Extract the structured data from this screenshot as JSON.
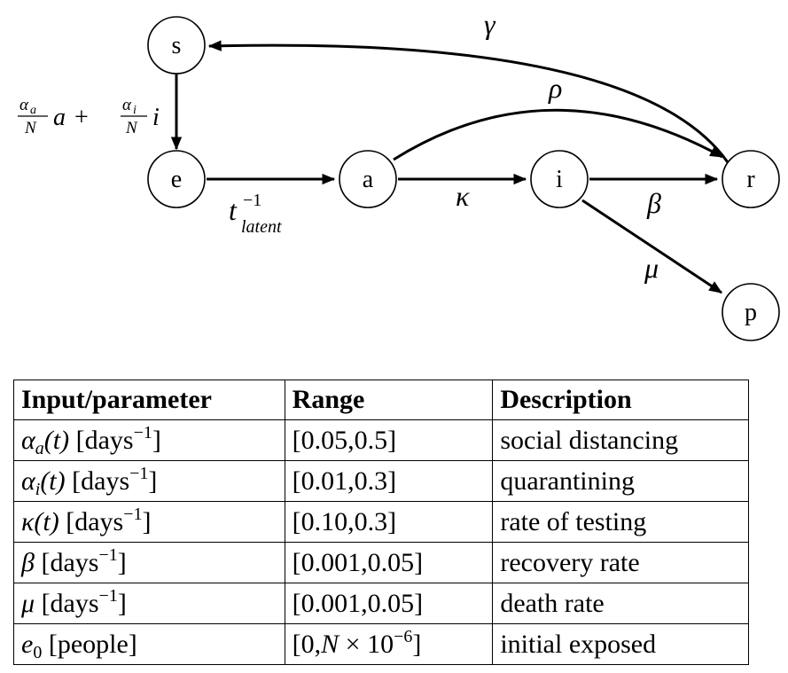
{
  "diagram": {
    "nodes": [
      {
        "id": "s",
        "label": "s"
      },
      {
        "id": "e",
        "label": "e"
      },
      {
        "id": "a",
        "label": "a"
      },
      {
        "id": "i",
        "label": "i"
      },
      {
        "id": "r",
        "label": "r"
      },
      {
        "id": "p",
        "label": "p"
      }
    ],
    "edges": [
      {
        "from": "s",
        "to": "e",
        "label": "αa/N a + αi/N i"
      },
      {
        "from": "e",
        "to": "a",
        "label": "t_latent^-1"
      },
      {
        "from": "a",
        "to": "i",
        "label": "κ"
      },
      {
        "from": "a",
        "to": "r",
        "label": "ρ"
      },
      {
        "from": "i",
        "to": "r",
        "label": "β"
      },
      {
        "from": "i",
        "to": "p",
        "label": "μ"
      },
      {
        "from": "r",
        "to": "s",
        "label": "γ"
      }
    ],
    "edge_labels": {
      "gamma": "γ",
      "rho": "ρ",
      "kappa": "κ",
      "beta": "β",
      "mu": "μ",
      "t_base": "t",
      "t_sup": "−1",
      "t_sub": "latent",
      "frac_a_num": "α",
      "frac_a_sub": "a",
      "frac_den": "N",
      "var_a": "a",
      "plus": "+",
      "frac_i_num": "α",
      "frac_i_sub": "i",
      "var_i": "i"
    }
  },
  "table": {
    "headers": [
      "Input/parameter",
      "Range",
      "Description"
    ],
    "rows": [
      {
        "param_symbol": "α",
        "param_sub": "a",
        "param_arg": "(t)",
        "param_unit": "[days",
        "param_sup": "−1",
        "param_close": "]",
        "range": "[0.05,0.5]",
        "description": "social distancing"
      },
      {
        "param_symbol": "α",
        "param_sub": "i",
        "param_arg": "(t)",
        "param_unit": "[days",
        "param_sup": "−1",
        "param_close": "]",
        "range": "[0.01,0.3]",
        "description": "quarantining"
      },
      {
        "param_symbol": "κ",
        "param_sub": "",
        "param_arg": "(t)",
        "param_unit": "[days",
        "param_sup": "−1",
        "param_close": "]",
        "range": "[0.10,0.3]",
        "description": "rate of testing"
      },
      {
        "param_symbol": "β",
        "param_sub": "",
        "param_arg": "",
        "param_unit": "[days",
        "param_sup": "−1",
        "param_close": "]",
        "range": "[0.001,0.05]",
        "description": "recovery rate"
      },
      {
        "param_symbol": "μ",
        "param_sub": "",
        "param_arg": "",
        "param_unit": "[days",
        "param_sup": "−1",
        "param_close": "]",
        "range": "[0.001,0.05]",
        "description": "death rate"
      },
      {
        "param_symbol": "e",
        "param_sub": "0",
        "param_arg": "",
        "param_unit": "[people]",
        "param_sup": "",
        "param_close": "",
        "range_pre": "[0,",
        "range_var": "N",
        "range_mid": " × 10",
        "range_sup": "−6",
        "range_post": "]",
        "description": "initial exposed"
      }
    ]
  }
}
